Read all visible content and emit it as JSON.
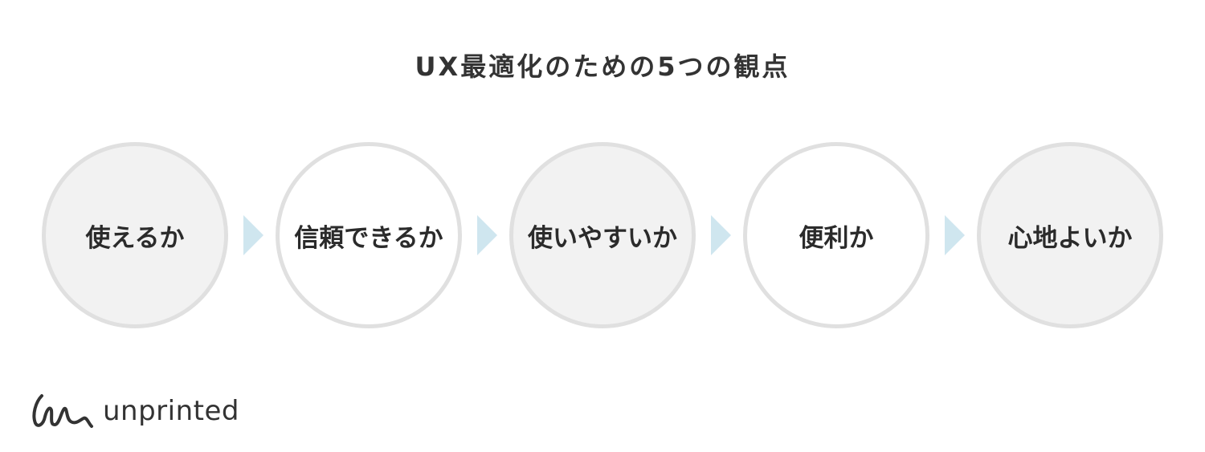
{
  "title": "UX最適化のための5つの観点",
  "steps": [
    {
      "label": "使えるか",
      "fill": "#f2f2f2"
    },
    {
      "label": "信頼できるか",
      "fill": "#ffffff"
    },
    {
      "label": "使いやすいか",
      "fill": "#f2f2f2"
    },
    {
      "label": "便利か",
      "fill": "#ffffff"
    },
    {
      "label": "心地よいか",
      "fill": "#f2f2f2"
    }
  ],
  "colors": {
    "border": "#e0e0e0",
    "arrow": "#cfe6ef",
    "text": "#333333"
  },
  "logo": {
    "text": "unprinted"
  }
}
